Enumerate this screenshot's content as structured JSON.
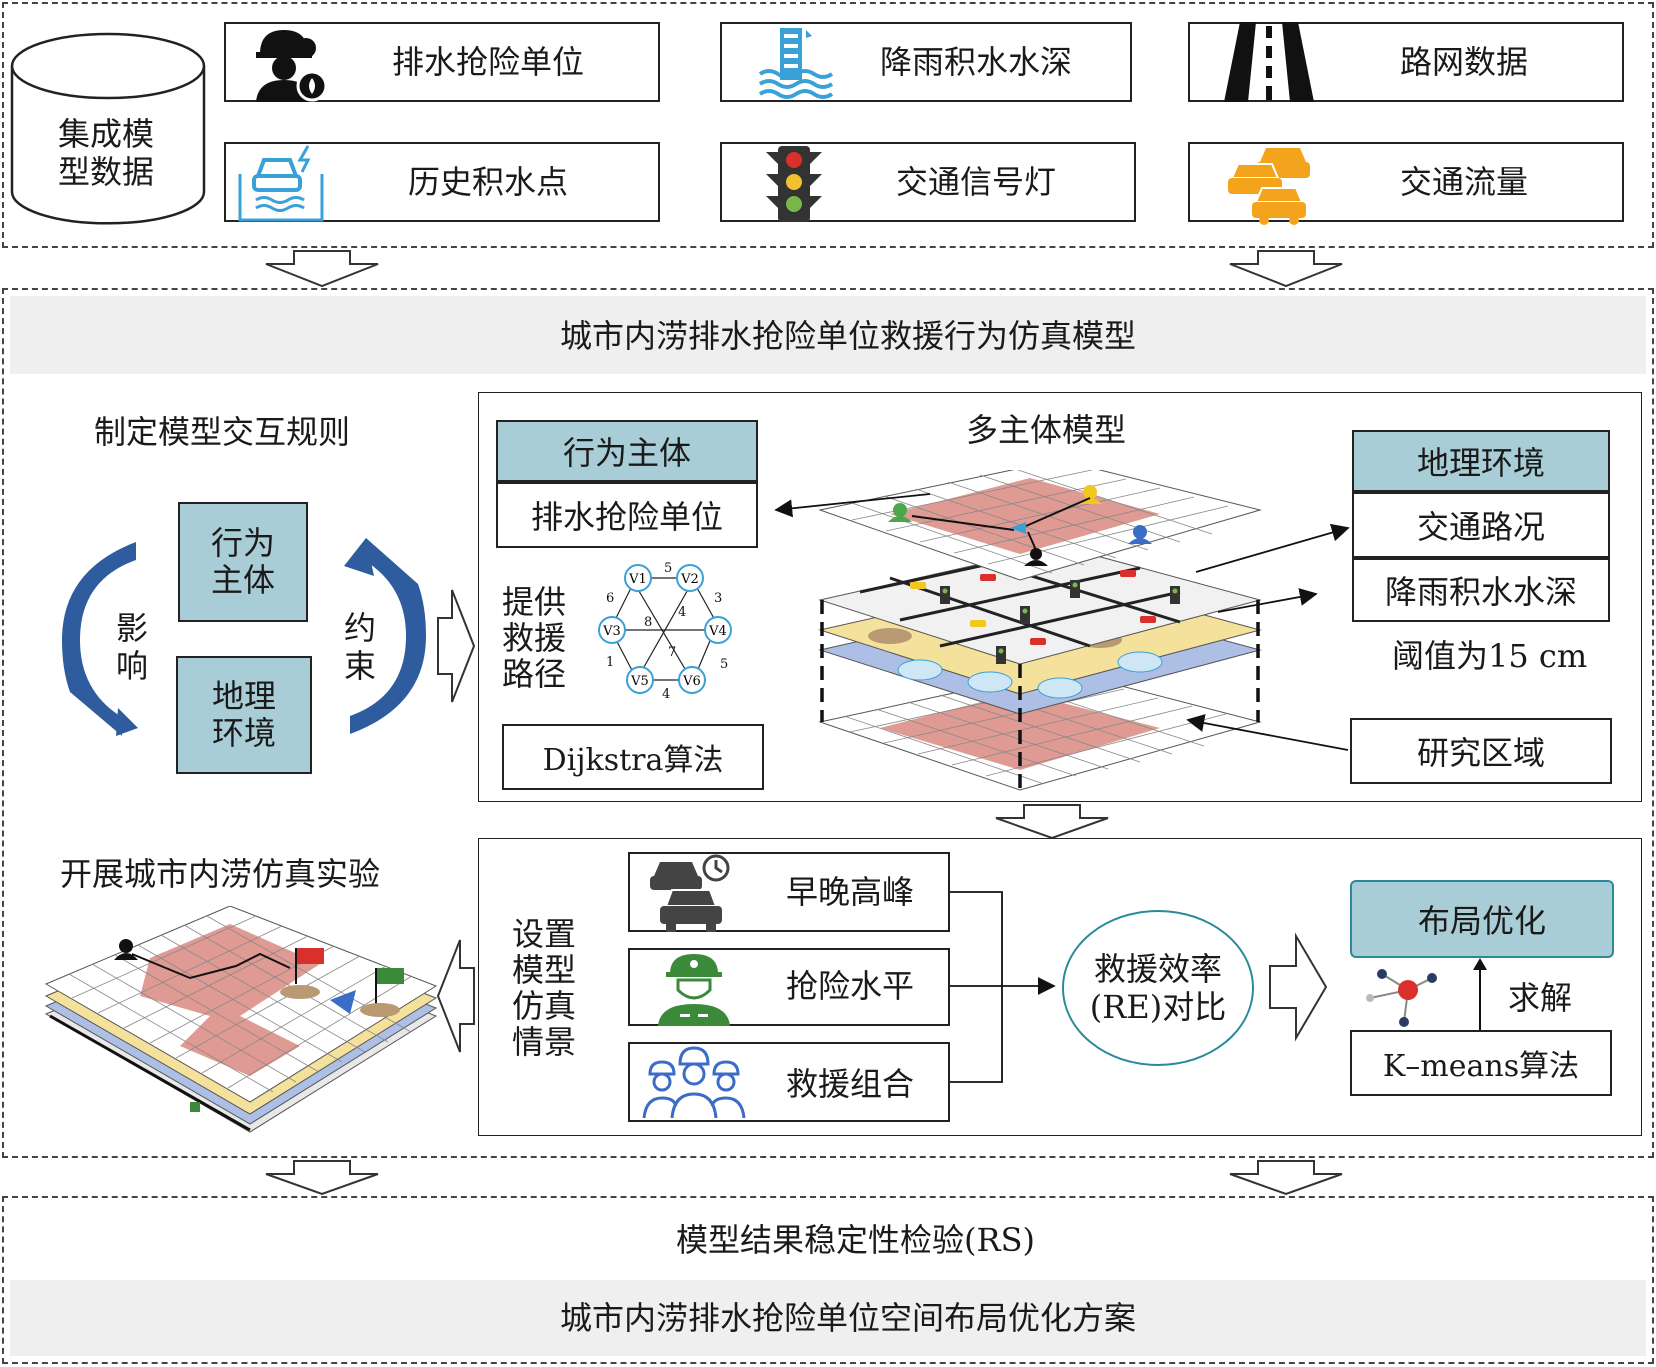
{
  "top": {
    "database_label_line1": "集成模",
    "database_label_line2": "型数据",
    "sources": [
      {
        "label": "排水抢险单位"
      },
      {
        "label": "降雨积水水深"
      },
      {
        "label": "路网数据"
      },
      {
        "label": "历史积水点"
      },
      {
        "label": "交通信号灯"
      },
      {
        "label": "交通流量"
      }
    ]
  },
  "sim": {
    "title": "城市内涝排水抢险单位救援行为仿真模型",
    "rules_title": "制定模型交互规则",
    "actor_line1": "行为",
    "actor_line2": "主体",
    "env_line1": "地理",
    "env_line2": "环境",
    "influence_1": "影",
    "influence_2": "响",
    "constraint_1": "约",
    "constraint_2": "束",
    "mas_title": "多主体模型",
    "actor_header": "行为主体",
    "actor_item": "排水抢险单位",
    "provide_1": "提供",
    "provide_2": "救援",
    "provide_3": "路径",
    "algorithm": "Dijkstra算法",
    "graph": {
      "nodes": [
        "V1",
        "V2",
        "V3",
        "V4",
        "V5",
        "V6"
      ],
      "weights": [
        "5",
        "3",
        "6",
        "8",
        "4",
        "7",
        "1",
        "5",
        "4"
      ]
    },
    "geo_header": "地理环境",
    "geo_item1": "交通路况",
    "geo_item2": "降雨积水水深",
    "threshold": "阈值为15 cm",
    "study_area": "研究区域",
    "experiment_title": "开展城市内涝仿真实验",
    "scenario_1": "设置",
    "scenario_2": "模型",
    "scenario_3": "仿真",
    "scenario_4": "情景",
    "scenarios": [
      {
        "label": "早晚高峰"
      },
      {
        "label": "抢险水平"
      },
      {
        "label": "救援组合"
      }
    ],
    "re_line1": "救援效率",
    "re_line2": "(RE)对比",
    "layout_opt": "布局优化",
    "solve": "求解",
    "kmeans": "K–means算法"
  },
  "bottom": {
    "check": "模型结果稳定性检验(RS)",
    "scheme": "城市内涝排水抢险单位空间布局优化方案"
  },
  "colors": {
    "teal": "#a9cdd6",
    "arrow_blue": "#2f5c9e",
    "grid_red": "#d98a80",
    "yellow": "#f4e19b",
    "lightblue": "#aebfe6",
    "icon_blue": "#3aa0d8",
    "icon_orange": "#f3a31c",
    "icon_green": "#3a8a3a"
  }
}
